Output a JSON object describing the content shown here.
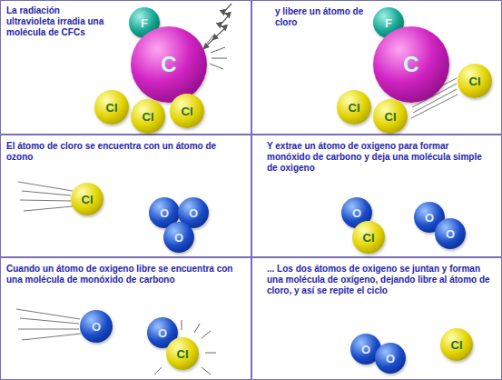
{
  "diagram": {
    "nodes": [
      {
        "text": [
          "La radiación ultravioleta irradia una molécula de CFCs"
        ]
      },
      {
        "text": [
          "F"
        ],
        "in": 0
      },
      {
        "text": [
          "C"
        ],
        "in": 0
      },
      {
        "text": [
          "Cl"
        ],
        "in": 0
      },
      {
        "text": [
          "Cl"
        ],
        "in": 0
      },
      {
        "text": [
          "Cl"
        ],
        "in": 0
      },
      {
        "text": [
          "y libere un átomo de cloro"
        ]
      },
      {
        "text": [
          "F"
        ],
        "in": 6
      },
      {
        "text": [
          "C"
        ],
        "in": 6
      },
      {
        "text": [
          "Cl"
        ],
        "in": 6
      },
      {
        "text": [
          "Cl"
        ],
        "in": 6
      },
      {
        "text": [
          "Cl"
        ],
        "in": 6
      },
      {
        "text": [
          "El átomo de cloro se encuentra con un átomo de ozono"
        ]
      },
      {
        "text": [
          "Cl"
        ],
        "in": 12
      },
      {
        "text": [
          "O"
        ],
        "in": 12
      },
      {
        "text": [
          "O"
        ],
        "in": 12
      },
      {
        "text": [
          "O"
        ],
        "in": 12
      },
      {
        "text": [
          "Y extrae un átomo de oxigeno para formar monóxido de carbono y deja una molécula simple de oxigeno"
        ]
      },
      {
        "text": [
          "O"
        ],
        "in": 17
      },
      {
        "text": [
          "Cl"
        ],
        "in": 17
      },
      {
        "text": [
          "O"
        ],
        "in": 17
      },
      {
        "text": [
          "O"
        ],
        "in": 17
      },
      {
        "text": [
          "Cuando un átomo de oxigeno libre se encuentra con una molécula de monóxido de carbono"
        ]
      },
      {
        "text": [
          "O"
        ],
        "in": 22
      },
      {
        "text": [
          "O"
        ],
        "in": 22
      },
      {
        "text": [
          "Cl"
        ],
        "in": 22
      },
      {
        "text": [
          "... Los dos átomos de oxigeno se juntan y forman una molécula de oxígeno, dejando libre al átomo de cloro, y así se repite el ciclo"
        ]
      },
      {
        "text": [
          "O"
        ],
        "in": 26
      },
      {
        "text": [
          "O"
        ],
        "in": 26
      },
      {
        "text": [
          "Cl"
        ],
        "in": 26
      }
    ]
  }
}
